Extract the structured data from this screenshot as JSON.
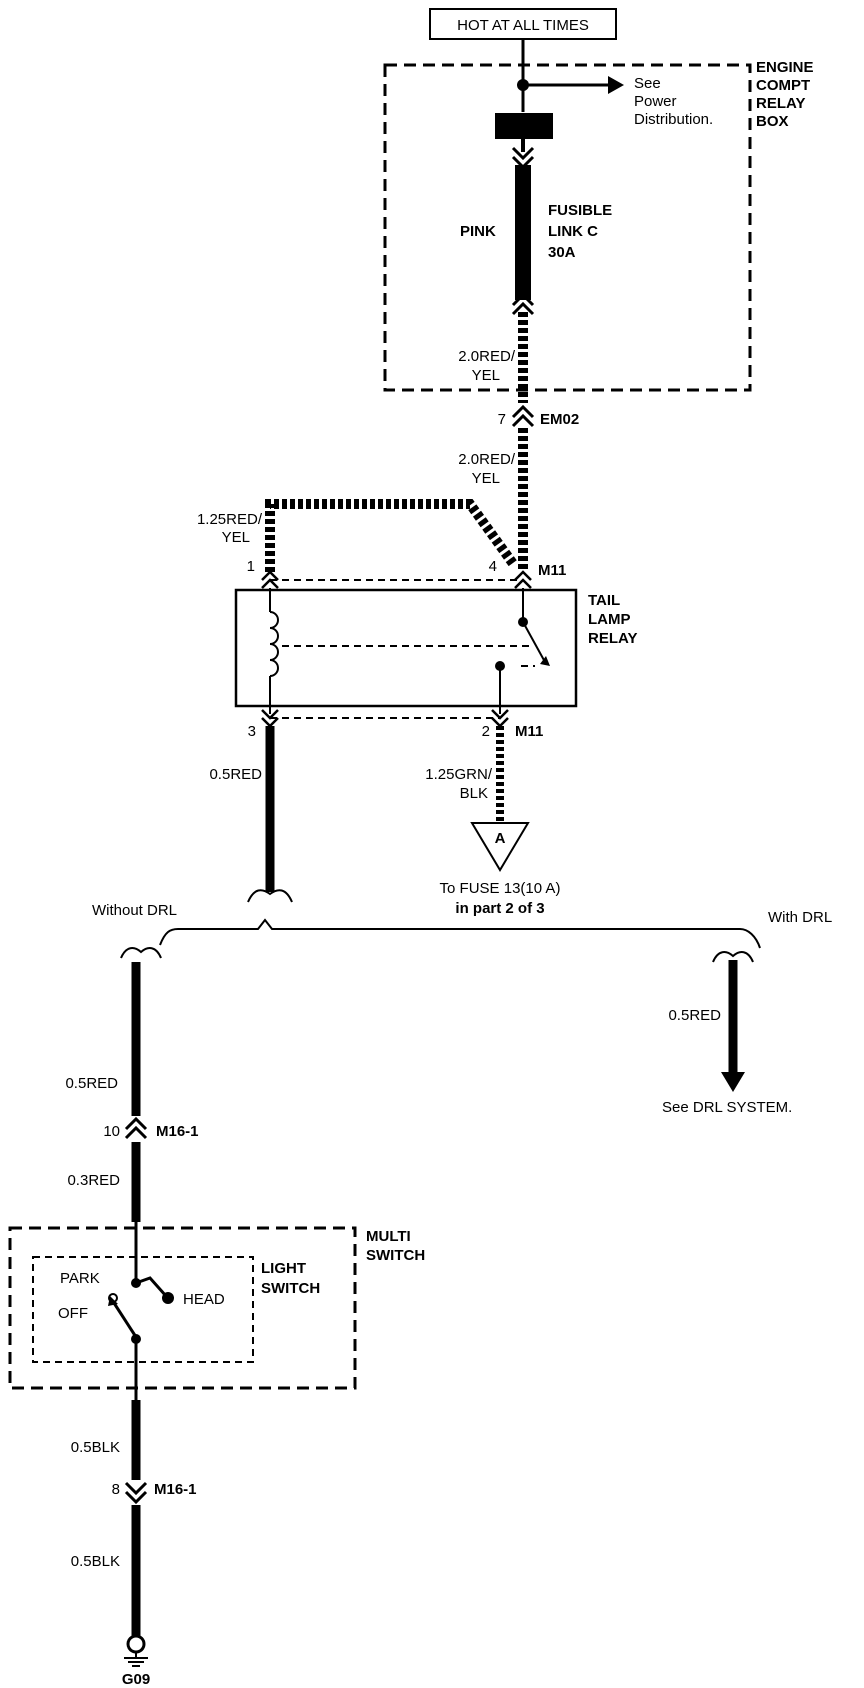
{
  "header": {
    "hot_label": "HOT AT ALL TIMES"
  },
  "engine_box": {
    "title_lines": [
      "ENGINE",
      "COMPT",
      "RELAY",
      "BOX"
    ],
    "see_lines": [
      "See",
      "Power",
      "Distribution."
    ],
    "fusible_lines": [
      "FUSIBLE",
      "LINK C",
      "30A"
    ],
    "pink_label": "PINK",
    "wire_lines": [
      "2.0RED/",
      "YEL"
    ]
  },
  "em02": {
    "pin": "7",
    "name": "EM02"
  },
  "wire_after_em02": [
    "2.0RED/",
    "YEL"
  ],
  "relay": {
    "title_lines": [
      "TAIL",
      "LAMP",
      "RELAY"
    ],
    "pin1": "1",
    "pin4": "4",
    "pin3": "3",
    "pin2": "2",
    "connector_top": "M11",
    "connector_bottom": "M11",
    "wire_left_lines": [
      "1.25RED/",
      "YEL"
    ]
  },
  "wire_red_left": "0.5RED",
  "wire_grn": [
    "1.25GRN/",
    "BLK"
  ],
  "ref_a": {
    "letter": "A",
    "lines": [
      "To FUSE 13(10 A)",
      "in part 2 of 3"
    ]
  },
  "branch": {
    "without": "Without DRL",
    "with": "With DRL"
  },
  "drl": {
    "wire": "0.5RED",
    "see": "See DRL SYSTEM."
  },
  "m16_top": {
    "pin": "10",
    "name": "M16-1",
    "wire_above": "0.5RED",
    "wire_below": "0.3RED"
  },
  "multi_switch": {
    "title_lines": [
      "MULTI",
      "SWITCH"
    ],
    "light_lines": [
      "LIGHT",
      "SWITCH"
    ],
    "park": "PARK",
    "head": "HEAD",
    "off": "OFF"
  },
  "m16_bottom": {
    "pin": "8",
    "name": "M16-1",
    "wire_above": "0.5BLK",
    "wire_below": "0.5BLK"
  },
  "ground": {
    "name": "G09"
  }
}
